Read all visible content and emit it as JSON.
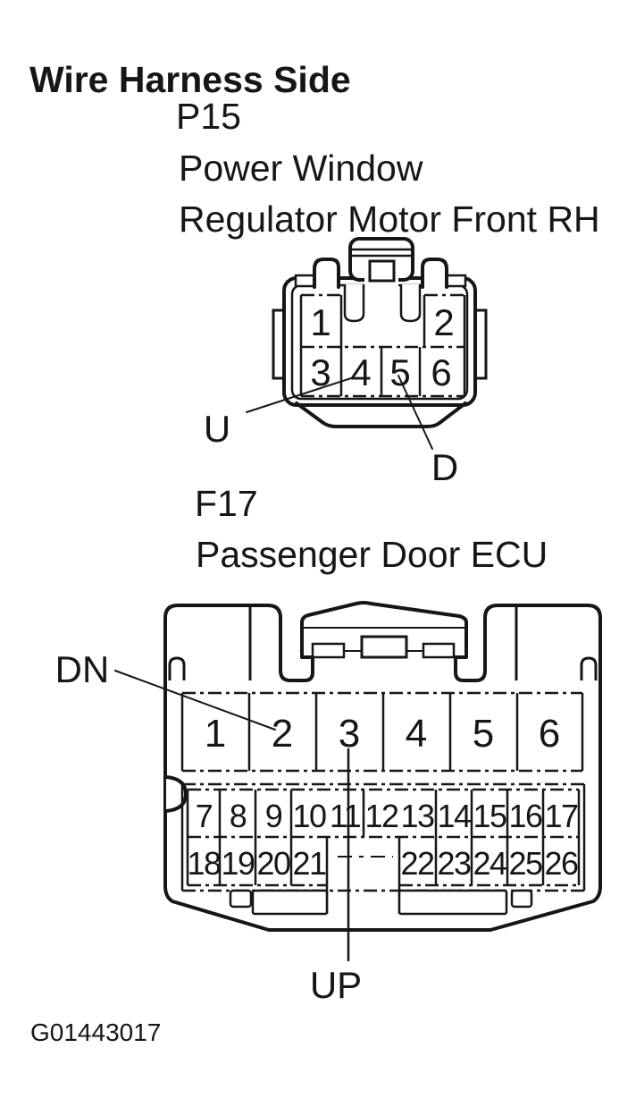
{
  "colors": {
    "ink": "#161616",
    "paper": "#ffffff"
  },
  "header": {
    "title": "Wire Harness Side"
  },
  "p15": {
    "code": "P15",
    "name_line_1": "Power Window",
    "name_line_2": "Regulator Motor Front RH",
    "pins": [
      "1",
      "2",
      "3",
      "4",
      "5",
      "6"
    ],
    "callouts": [
      {
        "label": "U",
        "target_pin": "4"
      },
      {
        "label": "D",
        "target_pin": "5"
      }
    ]
  },
  "f17": {
    "code": "F17",
    "name": "Passenger Door ECU",
    "row1_pins": [
      "1",
      "2",
      "3",
      "4",
      "5",
      "6"
    ],
    "row2_pins": [
      "7",
      "8",
      "9",
      "10",
      "11",
      "12",
      "13",
      "14",
      "15",
      "16",
      "17"
    ],
    "row3_pins": [
      "18",
      "19",
      "20",
      "21",
      "22",
      "23",
      "24",
      "25",
      "26"
    ],
    "callouts": [
      {
        "label": "DN",
        "target_pin": "2"
      },
      {
        "label": "UP",
        "target_pin": "3"
      }
    ]
  },
  "footer": {
    "figure_id": "G01443017"
  }
}
